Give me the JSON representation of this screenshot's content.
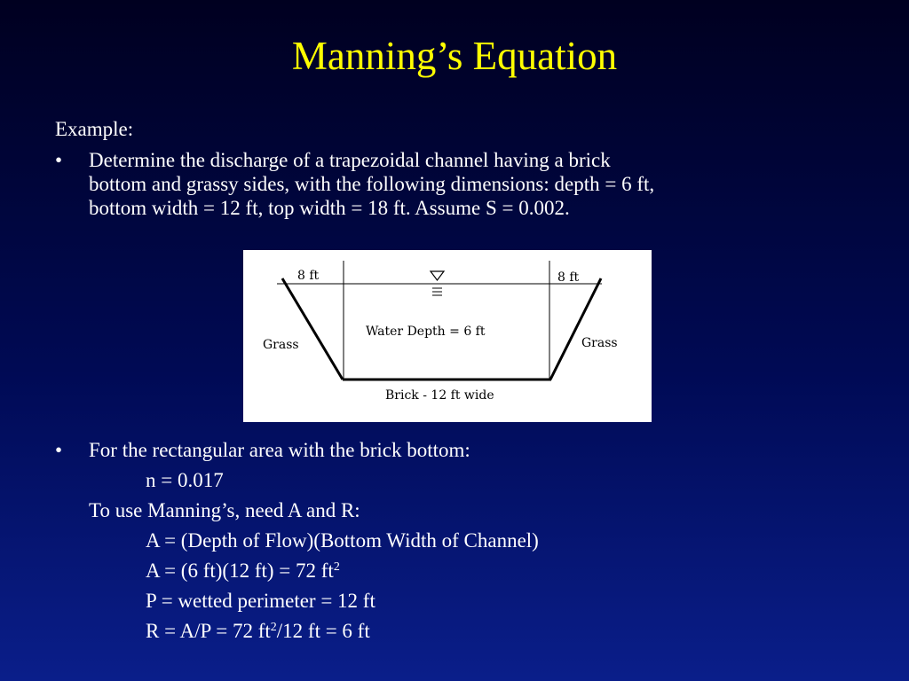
{
  "slide": {
    "title": "Manning’s Equation",
    "example_label": "Example:",
    "bullet_symbol": "•",
    "problem": {
      "lines": [
        "Determine the discharge of a trapezoidal channel having a brick",
        "bottom and grassy sides, with the following dimensions: depth = 6 ft,",
        "bottom width = 12 ft, top width = 18 ft. Assume S = 0.002."
      ]
    },
    "diagram": {
      "left_top_label": "8 ft",
      "right_top_label": "8 ft",
      "left_side_label": "Grass",
      "right_side_label": "Grass",
      "depth_label": "Water Depth = 6 ft",
      "bottom_label": "Brick - 12 ft wide",
      "water_surface_icon": "water-surface-triangle-icon"
    },
    "section2": {
      "heading": "For the rectangular area with the brick bottom:",
      "n_value": "n = 0.017",
      "need_line": "To use Manning’s, need A and R:",
      "area_formula": "A = (Depth of Flow)(Bottom Width of Channel)",
      "area_calc": "A = (6 ft)(12 ft) = 72 ft",
      "area_calc_sup": "2",
      "perimeter": "P = wetted perimeter = 12 ft",
      "radius_a": "R = A/P = 72 ft",
      "radius_sup": "2",
      "radius_b": "/12 ft = 6 ft"
    }
  }
}
